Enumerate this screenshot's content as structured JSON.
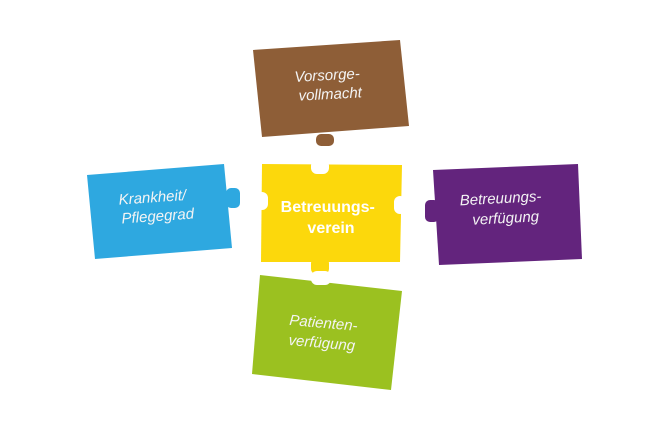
{
  "pieces": {
    "top": {
      "line1": "Vorsorge-",
      "line2": "vollmacht",
      "color": "#8e5e37"
    },
    "left": {
      "line1": "Krankheit/",
      "line2": "Pflegegrad",
      "color": "#2ea8e0"
    },
    "center": {
      "line1": "Betreuungs-",
      "line2": "verein",
      "color": "#fcd80c"
    },
    "right": {
      "line1": "Betreuungs-",
      "line2": "verfügung",
      "color": "#63247d"
    },
    "bottom": {
      "line1": "Patienten-",
      "line2": "verfügung",
      "color": "#9bc120"
    }
  }
}
